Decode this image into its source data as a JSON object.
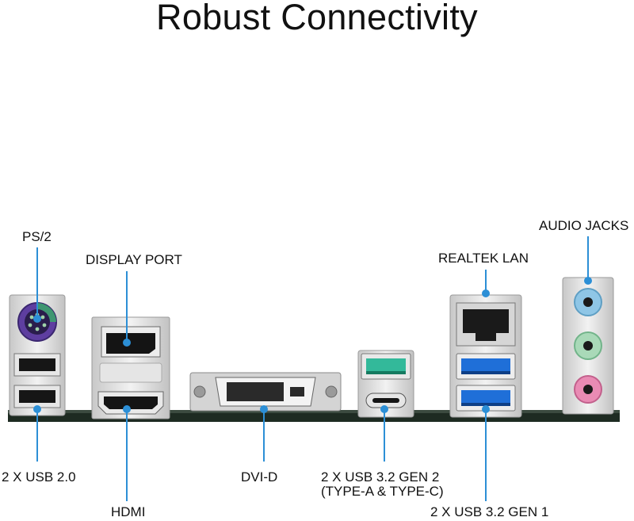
{
  "title": "Robust Connectivity",
  "labels": {
    "ps2": "PS/2",
    "display_port": "DISPLAY PORT",
    "realtek_lan": "REALTEK LAN",
    "audio_jacks": "AUDIO JACKS",
    "usb20": "2 X USB 2.0",
    "hdmi": "HDMI",
    "dvid": "DVI-D",
    "usb32gen2_line1": "2 X USB 3.2 GEN 2",
    "usb32gen2_line2": "(TYPE-A & TYPE-C)",
    "usb32gen1": "2 X USB 3.2 GEN 1"
  },
  "colors": {
    "leader": "#2c8fd6",
    "leader_dot": "#2c8fd6",
    "ps2_port": "#6b4aa8",
    "ps2_port_green": "#3aa66a",
    "usb3_blue": "#1f6fd8",
    "usb32gen2_teal": "#33b99a",
    "audio_blue": "#8fc6e6",
    "audio_green": "#a9d9b8",
    "audio_pink": "#e98bb4",
    "pcb": "#1e2b22"
  }
}
